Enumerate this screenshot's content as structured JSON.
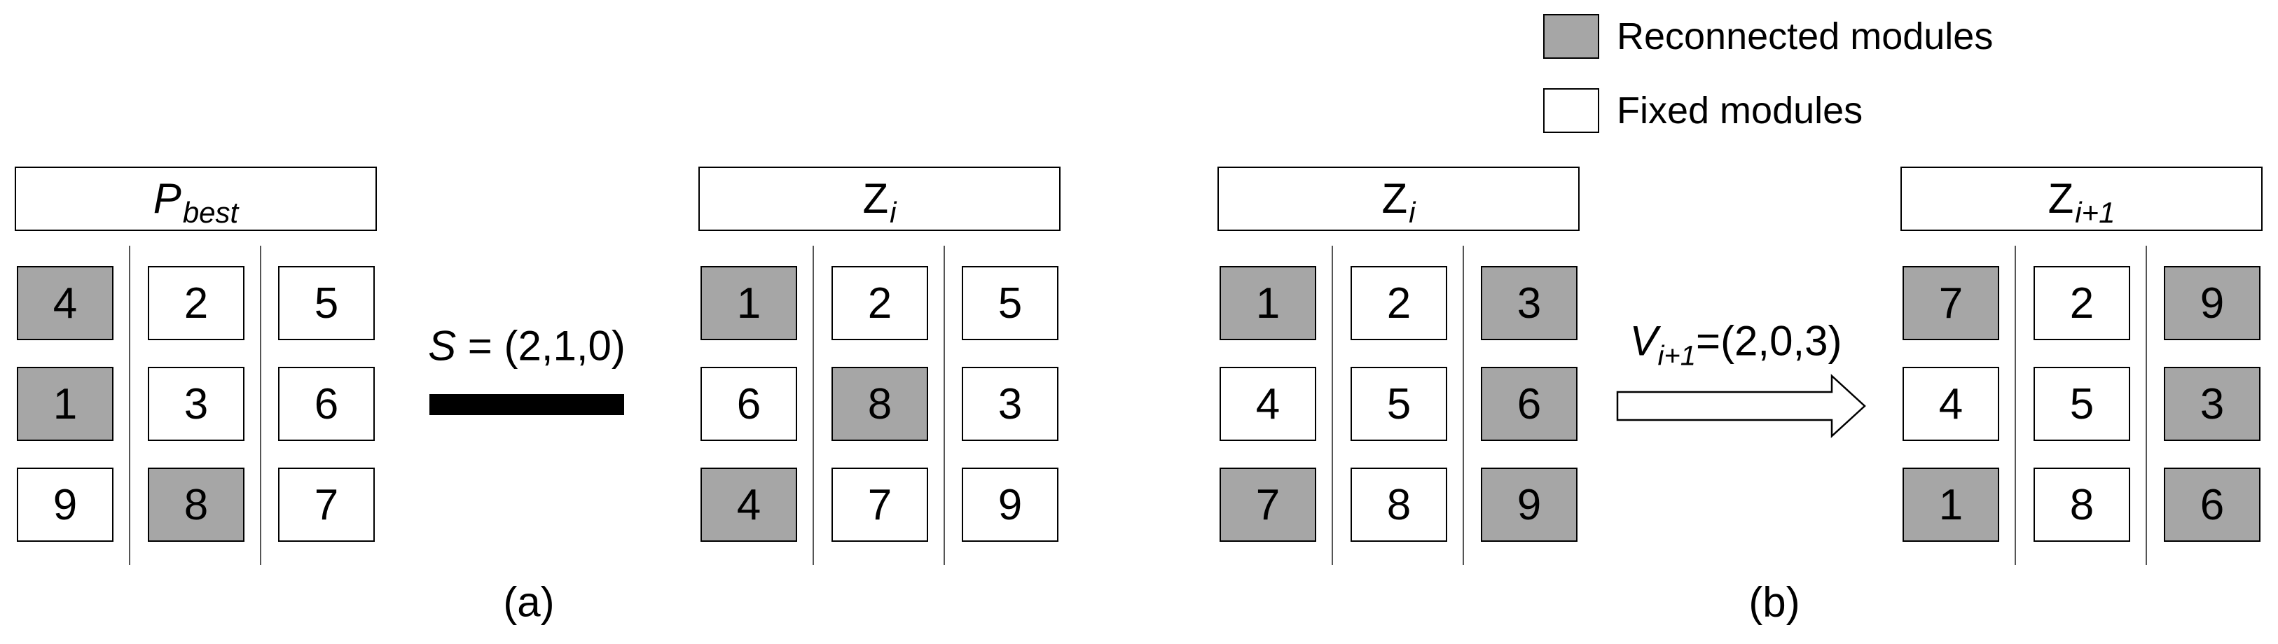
{
  "colors": {
    "reconnected": "#a6a6a6",
    "fixed": "#ffffff",
    "border": "#000000",
    "divider": "#555555"
  },
  "legend": [
    {
      "label": "Reconnected modules",
      "type": "reconnected"
    },
    {
      "label": "Fixed modules",
      "type": "fixed"
    }
  ],
  "panels": [
    {
      "title_main": "P",
      "title_sub": "best",
      "title_main_italic": true,
      "cells": [
        [
          {
            "v": "4",
            "t": "reconnected"
          },
          {
            "v": "2",
            "t": "fixed"
          },
          {
            "v": "5",
            "t": "fixed"
          }
        ],
        [
          {
            "v": "1",
            "t": "reconnected"
          },
          {
            "v": "3",
            "t": "fixed"
          },
          {
            "v": "6",
            "t": "fixed"
          }
        ],
        [
          {
            "v": "9",
            "t": "fixed"
          },
          {
            "v": "8",
            "t": "reconnected"
          },
          {
            "v": "7",
            "t": "fixed"
          }
        ]
      ]
    },
    {
      "title_main": "Z",
      "title_sub": "i",
      "title_main_italic": false,
      "cells": [
        [
          {
            "v": "1",
            "t": "reconnected"
          },
          {
            "v": "2",
            "t": "fixed"
          },
          {
            "v": "5",
            "t": "fixed"
          }
        ],
        [
          {
            "v": "6",
            "t": "fixed"
          },
          {
            "v": "8",
            "t": "reconnected"
          },
          {
            "v": "3",
            "t": "fixed"
          }
        ],
        [
          {
            "v": "4",
            "t": "reconnected"
          },
          {
            "v": "7",
            "t": "fixed"
          },
          {
            "v": "9",
            "t": "fixed"
          }
        ]
      ]
    },
    {
      "title_main": "Z",
      "title_sub": "i",
      "title_main_italic": false,
      "cells": [
        [
          {
            "v": "1",
            "t": "reconnected"
          },
          {
            "v": "2",
            "t": "fixed"
          },
          {
            "v": "3",
            "t": "reconnected"
          }
        ],
        [
          {
            "v": "4",
            "t": "fixed"
          },
          {
            "v": "5",
            "t": "fixed"
          },
          {
            "v": "6",
            "t": "reconnected"
          }
        ],
        [
          {
            "v": "7",
            "t": "reconnected"
          },
          {
            "v": "8",
            "t": "fixed"
          },
          {
            "v": "9",
            "t": "reconnected"
          }
        ]
      ]
    },
    {
      "title_main": "Z",
      "title_sub": "i+1",
      "title_main_italic": false,
      "cells": [
        [
          {
            "v": "7",
            "t": "reconnected"
          },
          {
            "v": "2",
            "t": "fixed"
          },
          {
            "v": "9",
            "t": "reconnected"
          }
        ],
        [
          {
            "v": "4",
            "t": "fixed"
          },
          {
            "v": "5",
            "t": "fixed"
          },
          {
            "v": "3",
            "t": "reconnected"
          }
        ],
        [
          {
            "v": "1",
            "t": "reconnected"
          },
          {
            "v": "8",
            "t": "fixed"
          },
          {
            "v": "6",
            "t": "reconnected"
          }
        ]
      ]
    }
  ],
  "operators": {
    "a": {
      "symbol": "S",
      "text": " = (2,1,0)"
    },
    "b": {
      "symbol": "V",
      "sub": "i+1",
      "text": "=(2,0,3)"
    }
  },
  "captions": {
    "a": "(a)",
    "b": "(b)"
  }
}
